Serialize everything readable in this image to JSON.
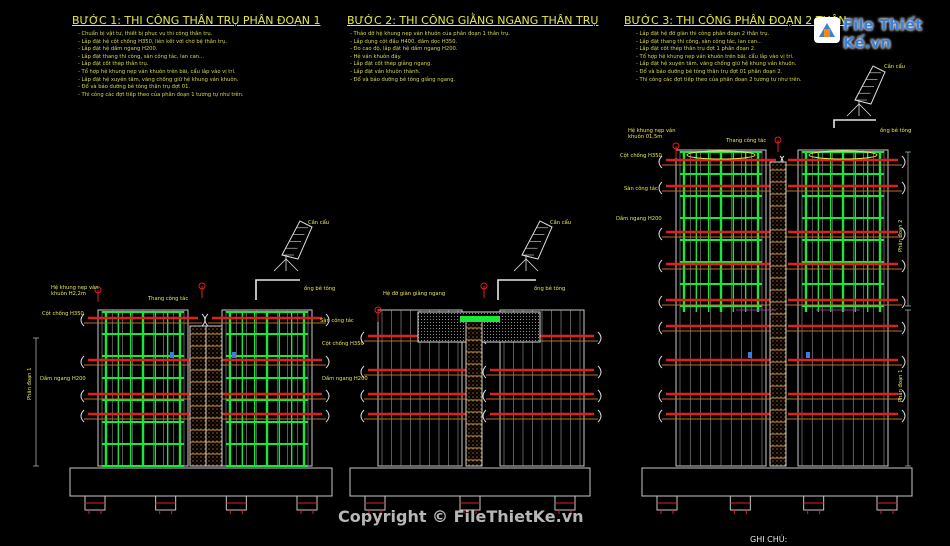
{
  "steps": [
    {
      "title": "BƯỚC 1: THI CÔNG THÂN TRỤ PHÂN ĐOẠN 1",
      "notes": [
        "- Chuẩn bị vật tư, thiết bị phục vụ thi công thân trụ.",
        "- Lắp đặt hệ cột chống H350, liên kết với chờ bệ thân trụ.",
        "- Lắp đặt hệ dầm ngang H200.",
        "- Lắp đặt thang thi công, sàn công tác, lan can...",
        "- Lắp đặt cốt thép thân trụ.",
        "- Tổ hợp hệ khung nẹp ván khuôn trên bãi, cẩu lắp vào vị trí.",
        "- Lắp đặt hệ xuyên tâm, văng chống giữ hệ khung ván khuôn.",
        "- Đổ và bảo dưỡng bê tông thân trụ đợt 01.",
        "- Thi công các đợt tiếp theo của phân đoạn 1 tương tự như trên."
      ]
    },
    {
      "title": "BƯỚC 2: THI CÔNG GIẰNG NGANG THÂN TRỤ",
      "notes": [
        "- Tháo dỡ hệ khung nẹp ván khuôn của phân đoạn 1 thân trụ.",
        "- Lắp dựng cột đầu H400, dầm dọc H350.",
        "- Đo cao độ, lắp đặt hệ dầm ngang H200.",
        "- Hệ ván khuôn đáy.",
        "- Lắp đặt cốt thép giằng ngang.",
        "- Lắp đặt ván khuôn thành.",
        "- Đổ và bảo dưỡng bê tông giằng ngang."
      ]
    },
    {
      "title": "BƯỚC 3: THI CÔNG PHÂN ĐOẠN 2 THÂN",
      "notes": [
        "- Lắp đặt hệ đỡ giàn thi công phân đoạn 2 thân trụ.",
        "- Lắp đặt thang thi công, sàn công tác, lan can...",
        "- Lắp đặt cốt thép thân trụ đợt 1 phân đoạn 2.",
        "- Tổ hợp hệ khung nẹp ván khuôn trên bãi, cẩu lắp vào vị trí.",
        "- Lắp đặt hệ xuyên tâm, văng chống giữ hệ khung ván khuôn.",
        "- Đổ và bảo dưỡng bê tông thân trụ đợt 01 phân đoạn 2.",
        "- Thi công các đợt tiếp theo của phân đoạn 2 tương tự như trên."
      ]
    }
  ],
  "labels": {
    "s1_formwork": "Hệ khung nẹp ván khuôn H2,2m",
    "s1_stair": "Thang công tác",
    "s1_column": "Cột chống H350",
    "s1_platform": "Sàn công tác",
    "s1_beam": "Dầm ngang H200",
    "s1_crane": "Cần cẩu",
    "s1_pipe": "ống bê tông",
    "s1_phase": "Phân đoạn 1",
    "s2_frame": "Hệ đỡ giàn giằng ngang",
    "s2_column": "Cột chống H350",
    "s2_beam": "Dầm ngang H200",
    "s2_crane": "Cần cẩu",
    "s2_pipe": "ống bê tông",
    "s3_formwork": "Hệ khung nẹp ván khuôn 01,5m",
    "s3_stair": "Thang công tác",
    "s3_column": "Cột chống H350",
    "s3_platform": "Sàn công tác",
    "s3_beam": "Dầm ngang H200",
    "s3_crane": "Cần cẩu",
    "s3_pipe": "ống bê tông",
    "s3_phase2": "Phân đoạn 2",
    "s3_phase1": "Phân đoạn 1"
  },
  "logo": {
    "text": "File Thiết Kế.vn"
  },
  "watermark": "Copyright © FileThietKe.vn",
  "footer": "GHI CHÚ:",
  "colors": {
    "background": "#000000",
    "text": "#e8e84a",
    "green": "#19e83a",
    "red": "#e02020",
    "frame": "#c8c8c8"
  }
}
